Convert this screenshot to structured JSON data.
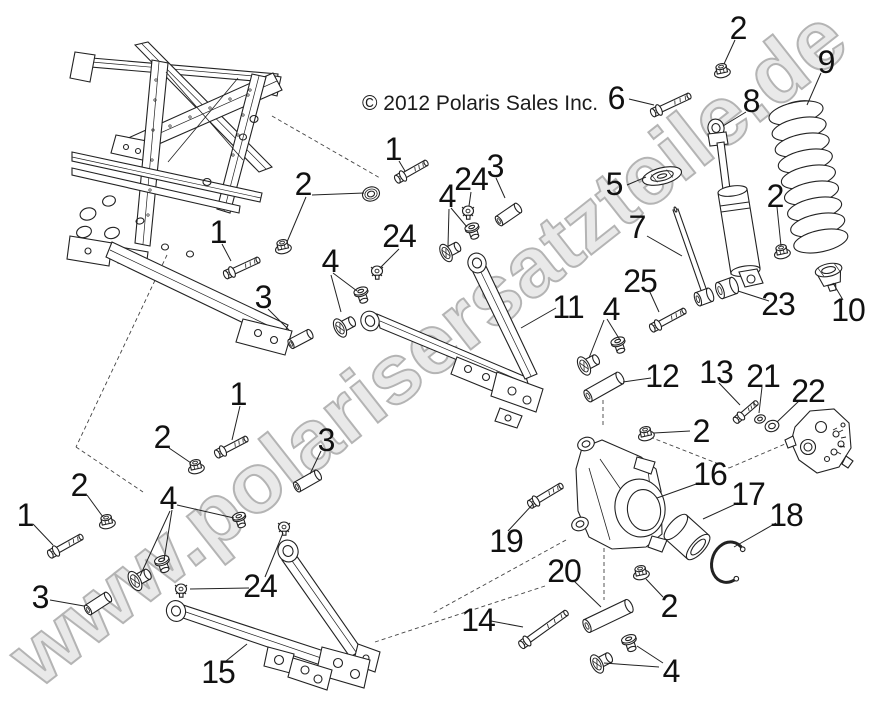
{
  "page": {
    "copyright": "© 2012 Polaris Sales Inc.",
    "watermark": "www.polarisersatzteile.de",
    "background": "#ffffff",
    "line_color": "#222222",
    "label_color": "#111111",
    "watermark_fill": "#e6e6e6",
    "watermark_outline": "#a8a8a8"
  },
  "callouts": [
    {
      "label": "1"
    },
    {
      "label": "2"
    },
    {
      "label": "1"
    },
    {
      "label": "24"
    },
    {
      "label": "4"
    },
    {
      "label": "3"
    },
    {
      "label": "24"
    },
    {
      "label": "4"
    },
    {
      "label": "3"
    },
    {
      "label": "6"
    },
    {
      "label": "2"
    },
    {
      "label": "9"
    },
    {
      "label": "8"
    },
    {
      "label": "5"
    },
    {
      "label": "7"
    },
    {
      "label": "2"
    },
    {
      "label": "25"
    },
    {
      "label": "23"
    },
    {
      "label": "10"
    },
    {
      "label": "11"
    },
    {
      "label": "4"
    },
    {
      "label": "12"
    },
    {
      "label": "13"
    },
    {
      "label": "21"
    },
    {
      "label": "22"
    },
    {
      "label": "2"
    },
    {
      "label": "16"
    },
    {
      "label": "17"
    },
    {
      "label": "18"
    },
    {
      "label": "19"
    },
    {
      "label": "1"
    },
    {
      "label": "2"
    },
    {
      "label": "3"
    },
    {
      "label": "2"
    },
    {
      "label": "1"
    },
    {
      "label": "4"
    },
    {
      "label": "24"
    },
    {
      "label": "3"
    },
    {
      "label": "15"
    },
    {
      "label": "20"
    },
    {
      "label": "2"
    },
    {
      "label": "14"
    },
    {
      "label": "4"
    }
  ]
}
